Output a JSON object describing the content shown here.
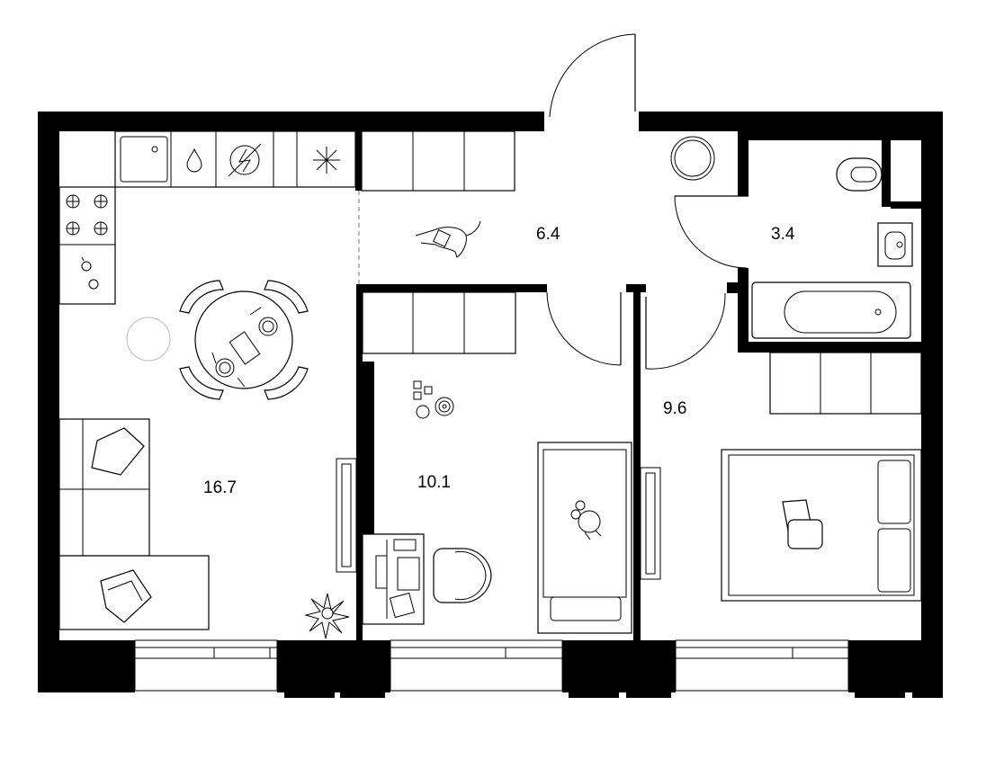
{
  "plan": {
    "wall_color": "#000000",
    "background": "#ffffff",
    "rooms": [
      {
        "id": "living-kitchen",
        "area": "16.7"
      },
      {
        "id": "hallway",
        "area": "6.4"
      },
      {
        "id": "bathroom",
        "area": "3.4"
      },
      {
        "id": "childrens-room",
        "area": "10.1"
      },
      {
        "id": "bedroom",
        "area": "9.6"
      }
    ],
    "icons": [
      "sink-icon",
      "water-drop-icon",
      "dishwasher-icon",
      "fridge-snowflake-icon",
      "stove-icon",
      "toilet-icon",
      "washbasin-icon",
      "bathtub-icon",
      "washing-machine-icon",
      "plant-icon",
      "toy-icon",
      "cat-icon"
    ]
  }
}
